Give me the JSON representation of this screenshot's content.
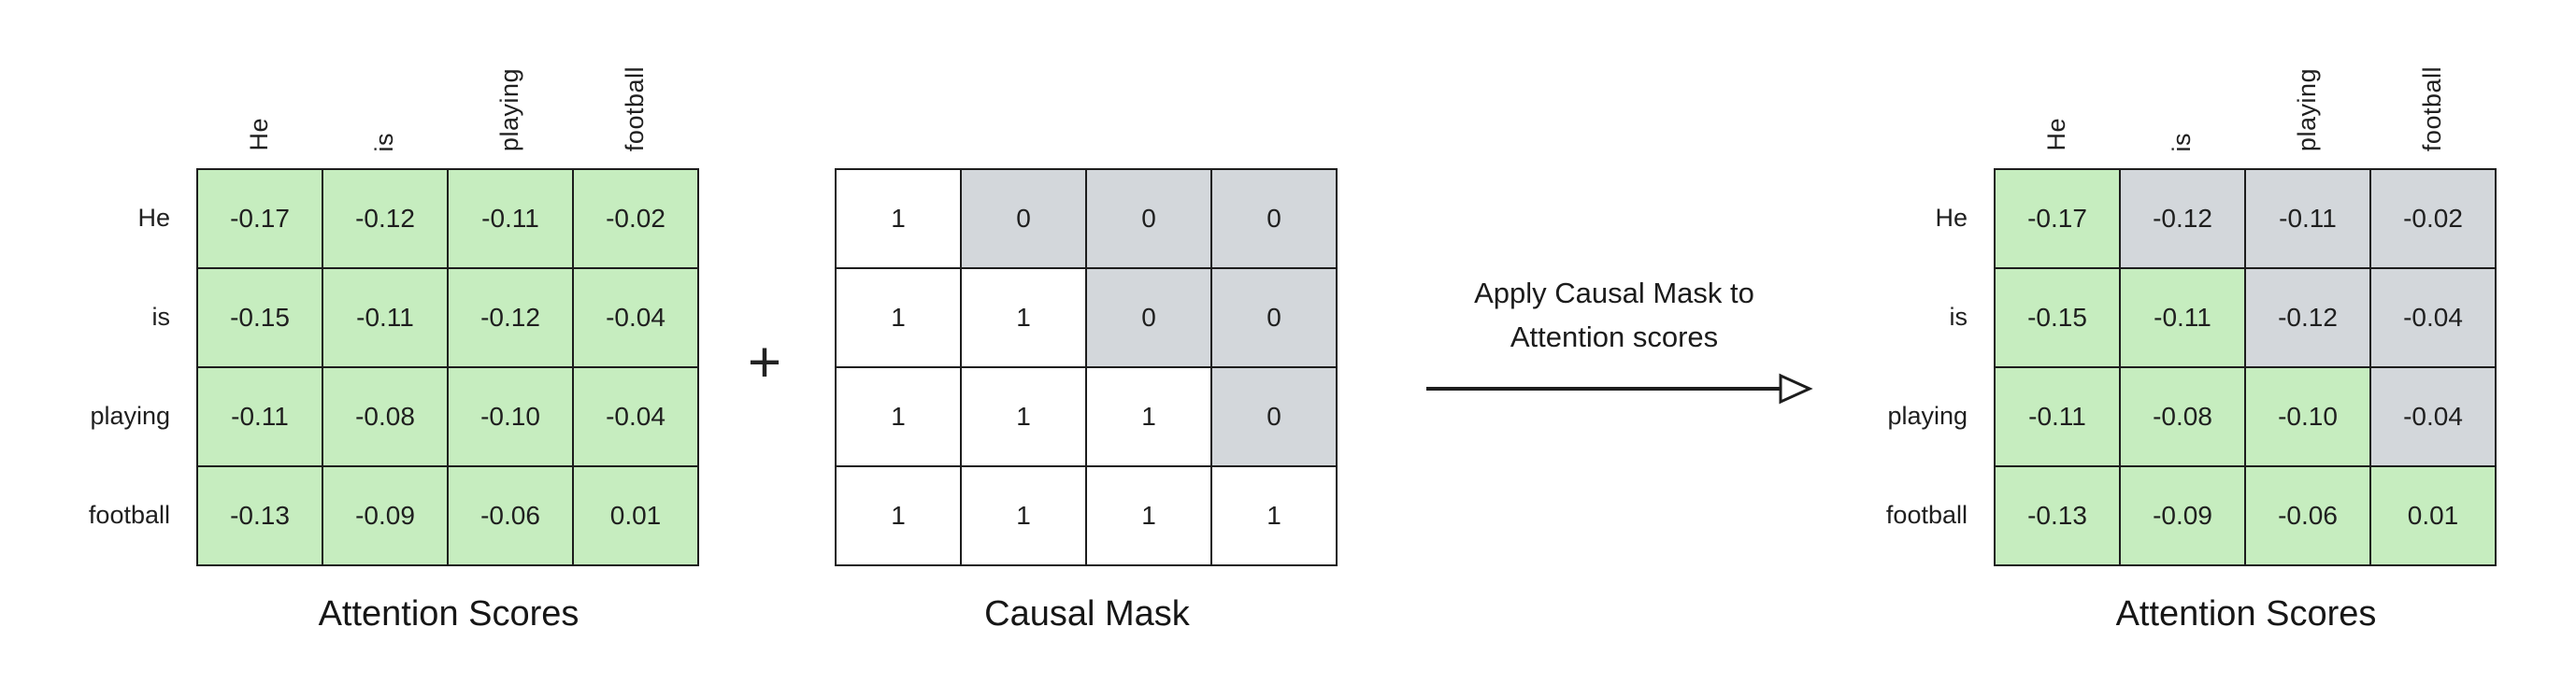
{
  "tokens": [
    "He",
    "is",
    "playing",
    "football"
  ],
  "attention_left": {
    "caption": "Attention Scores",
    "rows": [
      [
        "-0.17",
        "-0.12",
        "-0.11",
        "-0.02"
      ],
      [
        "-0.15",
        "-0.11",
        "-0.12",
        "-0.04"
      ],
      [
        "-0.11",
        "-0.08",
        "-0.10",
        "-0.04"
      ],
      [
        "-0.13",
        "-0.09",
        "-0.06",
        "0.01"
      ]
    ]
  },
  "operator_plus": "+",
  "causal_mask": {
    "caption": "Causal Mask",
    "rows": [
      [
        "1",
        "0",
        "0",
        "0"
      ],
      [
        "1",
        "1",
        "0",
        "0"
      ],
      [
        "1",
        "1",
        "1",
        "0"
      ],
      [
        "1",
        "1",
        "1",
        "1"
      ]
    ]
  },
  "arrow": {
    "label_line1": "Apply Causal Mask to",
    "label_line2": "Attention scores"
  },
  "attention_right": {
    "caption": "Attention Scores",
    "rows": [
      [
        "-0.17",
        "-0.12",
        "-0.11",
        "-0.02"
      ],
      [
        "-0.15",
        "-0.11",
        "-0.12",
        "-0.04"
      ],
      [
        "-0.11",
        "-0.08",
        "-0.10",
        "-0.04"
      ],
      [
        "-0.13",
        "-0.09",
        "-0.06",
        "0.01"
      ]
    ]
  },
  "colors": {
    "unmasked_green": "#c6edbf",
    "masked_gray": "#d3d7db",
    "mask_white": "#ffffff",
    "border": "#1d1d1d",
    "text": "#1f1f1f"
  }
}
